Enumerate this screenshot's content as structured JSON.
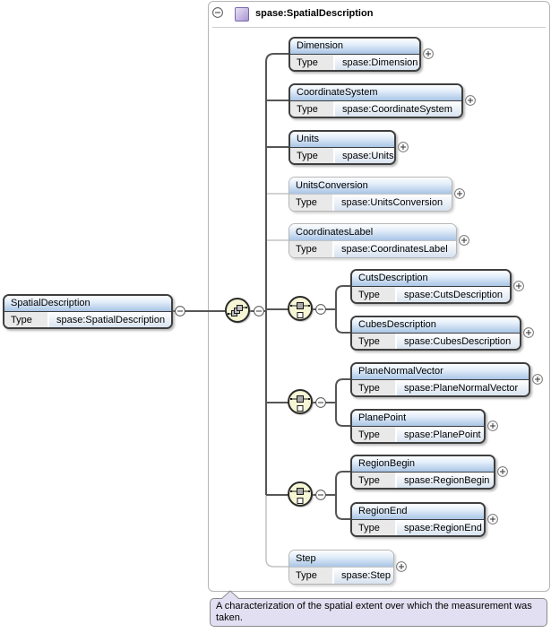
{
  "diagram": {
    "container": {
      "title": "spase:SpatialDescription"
    },
    "labels": {
      "type": "Type"
    },
    "root": {
      "name": "SpatialDescription",
      "type": "spase:SpatialDescription"
    },
    "children": [
      {
        "name": "Dimension",
        "type": "spase:Dimension",
        "optional": false
      },
      {
        "name": "CoordinateSystem",
        "type": "spase:CoordinateSystem",
        "optional": false
      },
      {
        "name": "Units",
        "type": "spase:Units",
        "optional": false
      },
      {
        "name": "UnitsConversion",
        "type": "spase:UnitsConversion",
        "optional": true
      },
      {
        "name": "CoordinatesLabel",
        "type": "spase:CoordinatesLabel",
        "optional": true
      },
      {
        "name": "CutsDescription",
        "type": "spase:CutsDescription",
        "optional": false
      },
      {
        "name": "CubesDescription",
        "type": "spase:CubesDescription",
        "optional": false
      },
      {
        "name": "PlaneNormalVector",
        "type": "spase:PlaneNormalVector",
        "optional": false
      },
      {
        "name": "PlanePoint",
        "type": "spase:PlanePoint",
        "optional": false
      },
      {
        "name": "RegionBegin",
        "type": "spase:RegionBegin",
        "optional": false
      },
      {
        "name": "RegionEnd",
        "type": "spase:RegionEnd",
        "optional": false
      },
      {
        "name": "Step",
        "type": "spase:Step",
        "optional": true
      }
    ],
    "annotation": "A characterization of the spatial extent over which the measurement was taken.",
    "icons": {
      "collapse": "−",
      "expand": "+",
      "sequence": "sequence-compositor",
      "choice": "choice-compositor",
      "complex_type": "complex-type-square"
    },
    "colors": {
      "node_header_bottom": "#a9c5e6",
      "node_border": "#3f3f3f",
      "optional_border": "#b6b6b6",
      "wire": "#565656",
      "wire_optional": "#c3c3c3",
      "compositor_fill": "#f6f6d5",
      "annotation_fill": "#e3dff2",
      "container_border": "#b5b5b5",
      "complex_type_icon": "#c3b4e0"
    }
  }
}
